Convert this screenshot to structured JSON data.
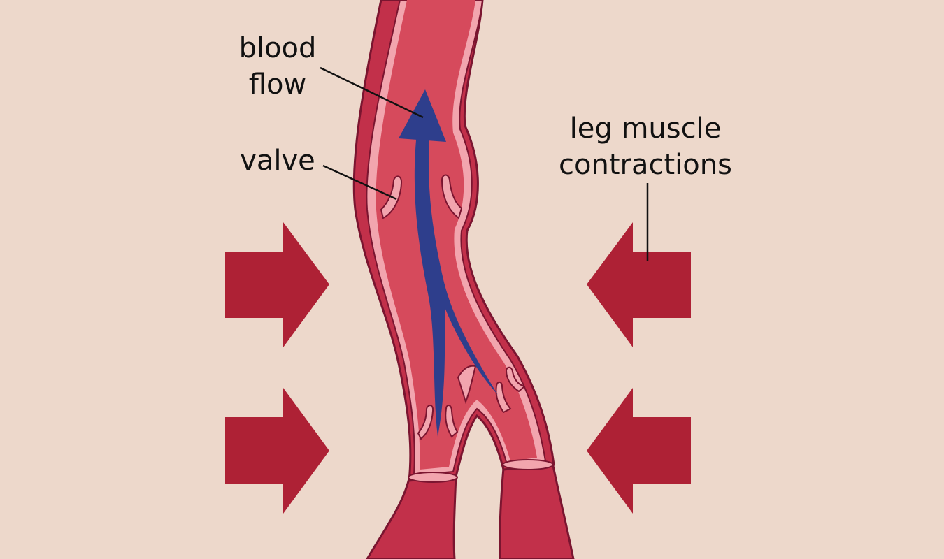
{
  "labels": {
    "blood_flow_line1": "blood",
    "blood_flow_line2": "flow",
    "valve": "valve",
    "muscle_line1": "leg muscle",
    "muscle_line2": "contractions"
  },
  "colors": {
    "background": "#EDD8CB",
    "muscle_arrow": "#AE2135",
    "vein_outer": "#C2304A",
    "vein_border": "#7A1530",
    "vein_wall": "#F2A5AE",
    "vein_lumen": "#D64A5C",
    "blood_arrow": "#2E3E8C"
  }
}
